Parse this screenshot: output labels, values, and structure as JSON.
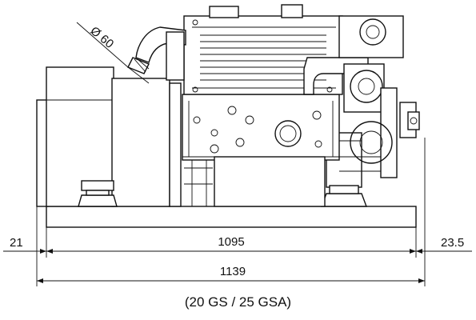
{
  "dimensions": {
    "left_offset": "21",
    "inner_length": "1095",
    "right_offset": "23.5",
    "overall_length": "1139",
    "exhaust_diameter": "Ø 60"
  },
  "caption": "(20 GS / 25 GSA)"
}
